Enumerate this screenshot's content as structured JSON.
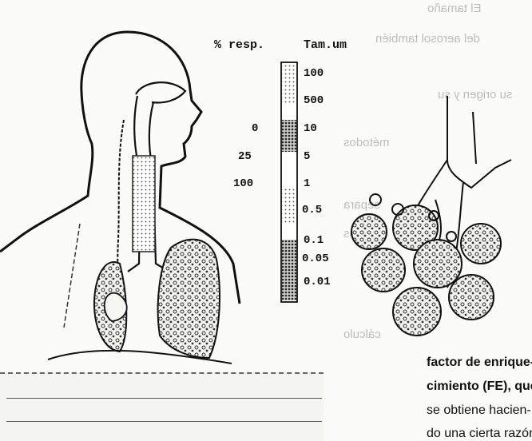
{
  "page": {
    "bleed_through": [
      "El tamaño",
      "del aerosol también",
      "su origen y su",
      "métodos",
      "separa",
      "los",
      "cálculo"
    ]
  },
  "particle_scale": {
    "resp_header": "% resp.",
    "size_header": "Tam.um",
    "resp_values": [
      "0",
      "25",
      "100"
    ],
    "size_values": [
      "100",
      "500",
      "10",
      "5",
      "1",
      "0.5",
      "0.1",
      "0.05",
      "0.01"
    ]
  },
  "column_text": {
    "line1": "factor de enrique-",
    "line2": "cimiento (FE), que",
    "line3": "se obtiene hacien-",
    "line4": "do una cierta razón"
  }
}
